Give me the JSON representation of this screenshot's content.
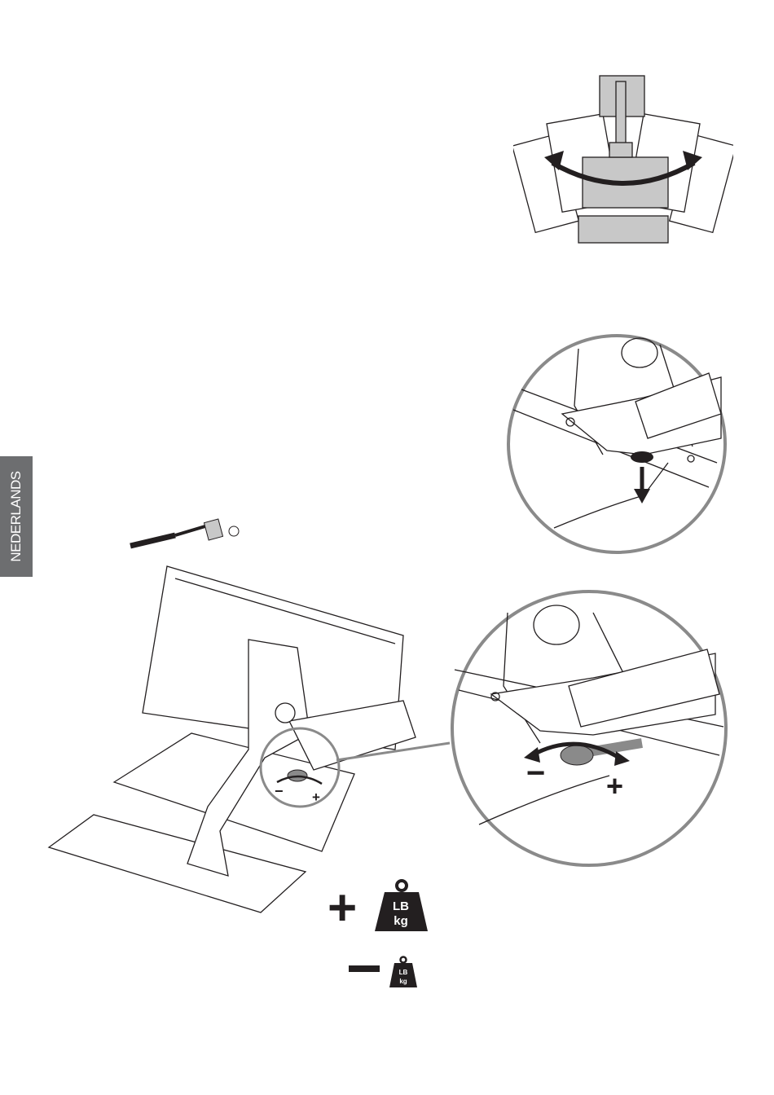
{
  "sidebar": {
    "language": "NEDERLANDS"
  },
  "adjust": {
    "minus": "−",
    "plus": "+"
  },
  "weight_icons": {
    "add": {
      "sign": "+",
      "unit_top": "LB",
      "unit_bottom": "kg"
    },
    "remove": {
      "sign": "−",
      "unit_top": "LB",
      "unit_bottom": "kg"
    }
  },
  "colors": {
    "tab": "#6d6e70",
    "gray_fill": "#c8c8c8",
    "line": "#231f20"
  }
}
